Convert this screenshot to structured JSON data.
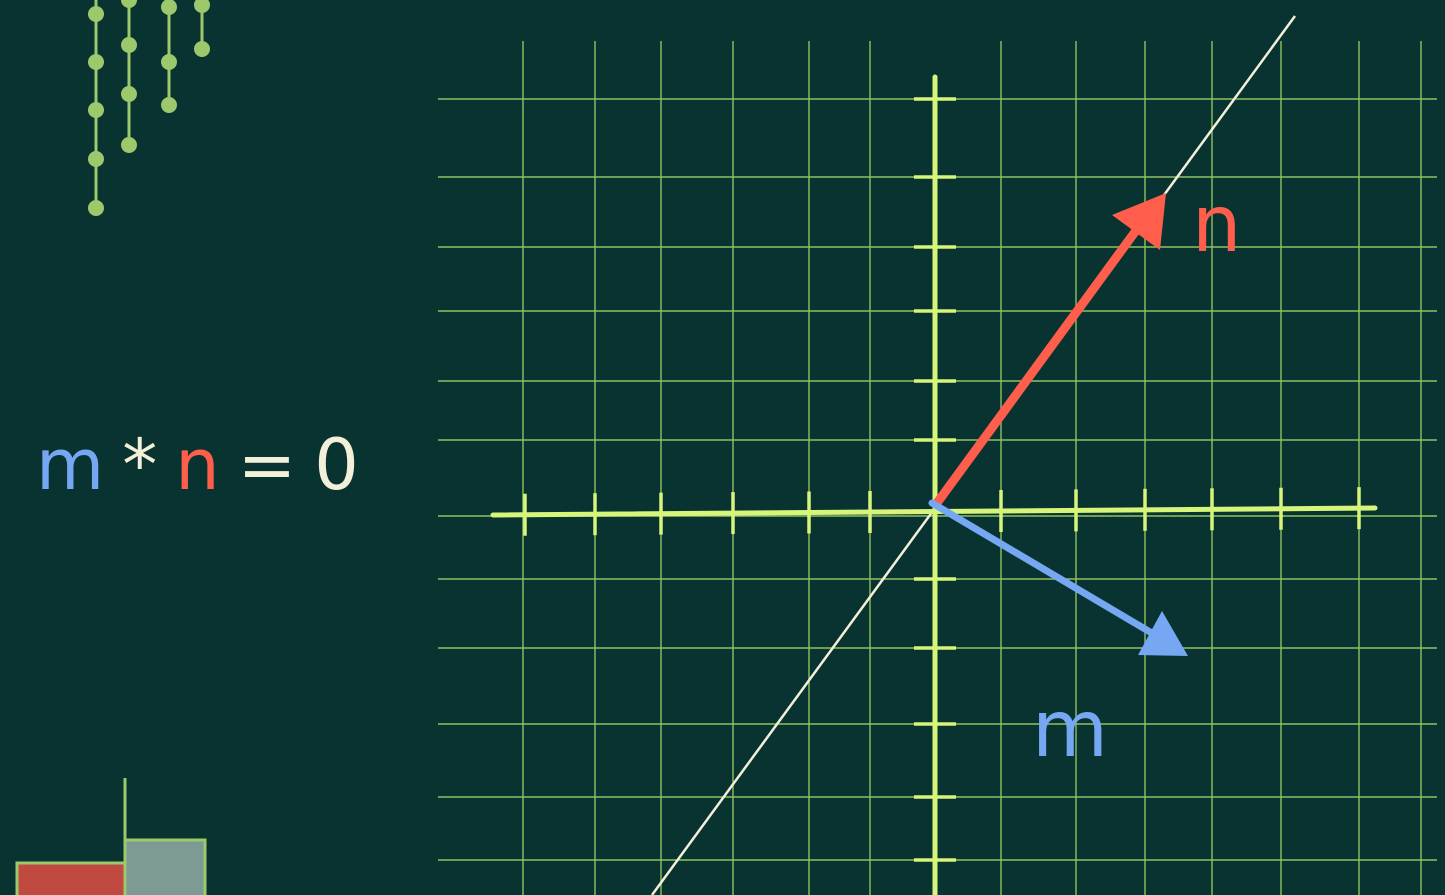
{
  "equation": {
    "vector_a": "m",
    "operator": "*",
    "vector_b": "n",
    "equals": "=",
    "result": "0"
  },
  "vectors": {
    "n_label": "n",
    "m_label": "m"
  },
  "colors": {
    "background": "#093330",
    "grid": "#a8d96a",
    "axis": "#d6f57a",
    "vector_n": "#ff5e4d",
    "vector_m": "#76a7f2",
    "reference_line": "#f3efd8",
    "equation_rest": "#f3efd8",
    "decor_line": "#9cc96c",
    "bar_red": "#c04a40",
    "bar_gray": "#7e9a94"
  }
}
